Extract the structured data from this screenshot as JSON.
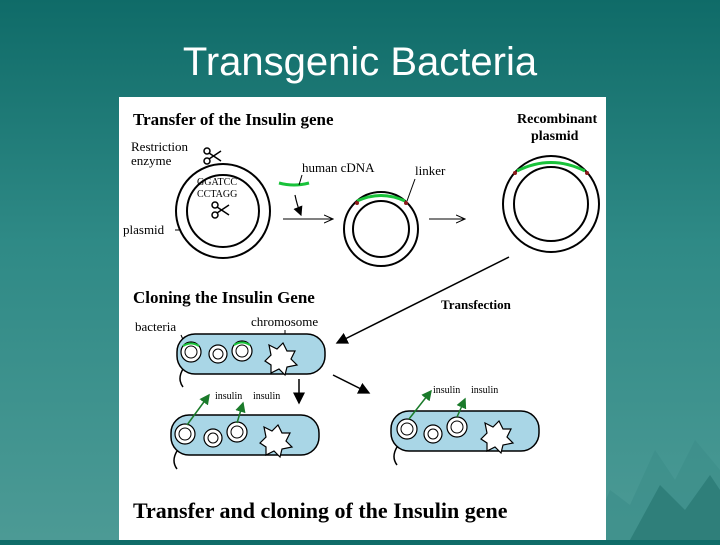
{
  "slide": {
    "title": "Transgenic Bacteria"
  },
  "figure": {
    "heading_transfer": "Transfer of the Insulin gene",
    "label_recombinant_line1": "Recombinant",
    "label_recombinant_line2": "plasmid",
    "label_restriction_line1": "Restriction",
    "label_restriction_line2": "enzyme",
    "label_seq_top": "GGATCC",
    "label_seq_bottom": "CCTAGG",
    "label_human_cdna": "human cDNA",
    "label_linker": "linker",
    "label_plasmid": "plasmid",
    "heading_cloning": "Cloning the Insulin Gene",
    "label_transfection": "Transfection",
    "label_bacteria": "bacteria",
    "label_chromosome": "chromosome",
    "label_insulin": "insulin",
    "caption": "Transfer and cloning of the Insulin gene"
  },
  "colors": {
    "gene_green": "#19c23a",
    "cell_fill": "#a9d6e6",
    "linker_red": "#8b1a1a",
    "background": "#2f8a86"
  }
}
